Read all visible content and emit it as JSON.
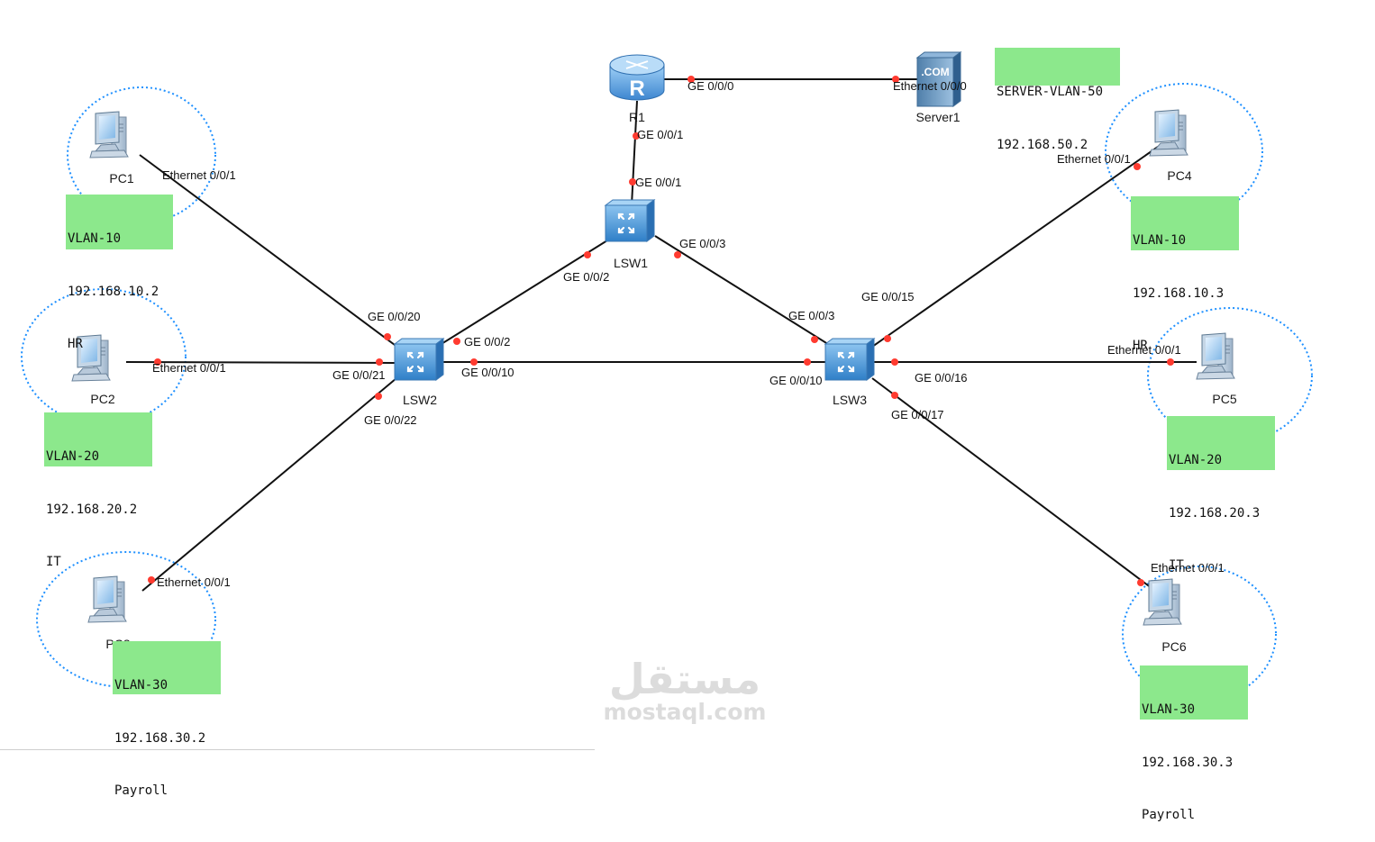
{
  "devices": {
    "r1": "R1",
    "server1": "Server1",
    "lsw1": "LSW1",
    "lsw2": "LSW2",
    "lsw3": "LSW3",
    "pc1": "PC1",
    "pc2": "PC2",
    "pc3": "PC3",
    "pc4": "PC4",
    "pc5": "PC5",
    "pc6": "PC6",
    "server_badge": ".COM",
    "router_glyph": "R"
  },
  "ports": {
    "r1_server": "GE 0/0/0",
    "server_r1": "Ethernet 0/0/0",
    "r1_lsw1": "GE 0/0/1",
    "lsw1_r1": "GE 0/0/1",
    "lsw1_lsw2": "GE 0/0/2",
    "lsw1_lsw3": "GE 0/0/3",
    "lsw2_lsw1": "GE 0/0/2",
    "lsw2_pc1": "GE 0/0/20",
    "lsw2_pc2": "GE 0/0/21",
    "lsw2_pc3": "GE 0/0/22",
    "lsw2_lsw3": "GE 0/0/10",
    "lsw3_lsw1": "GE 0/0/3",
    "lsw3_lsw2": "GE 0/0/10",
    "lsw3_pc4": "GE 0/0/15",
    "lsw3_pc5": "GE 0/0/16",
    "lsw3_pc6": "GE 0/0/17",
    "pc1_eth": "Ethernet 0/0/1",
    "pc2_eth": "Ethernet 0/0/1",
    "pc3_eth": "Ethernet 0/0/1",
    "pc4_eth": "Ethernet 0/0/1",
    "pc5_eth": "Ethernet 0/0/1",
    "pc6_eth": "Ethernet 0/0/1"
  },
  "notes": {
    "server": {
      "line1": "SERVER-VLAN-50",
      "line2": "192.168.50.2"
    },
    "pc1": {
      "vlan": "VLAN-10",
      "ip": "192.168.10.2",
      "dept": "HR"
    },
    "pc2": {
      "vlan": "VLAN-20",
      "ip": "192.168.20.2",
      "dept": "IT"
    },
    "pc3": {
      "vlan": "VLAN-30",
      "ip": "192.168.30.2",
      "dept": "Payroll"
    },
    "pc4": {
      "vlan": "VLAN-10",
      "ip": "192.168.10.3",
      "dept": "HR"
    },
    "pc5": {
      "vlan": "VLAN-20",
      "ip": "192.168.20.3",
      "dept": "IT"
    },
    "pc6": {
      "vlan": "VLAN-30",
      "ip": "192.168.30.3",
      "dept": "Payroll"
    }
  },
  "watermark": {
    "arabic": "مستقل",
    "latin": "mostaql.com"
  },
  "colors": {
    "link": "#111111",
    "port_dot": "#ff3b30",
    "note_bg": "#8ce88c",
    "vlan_circle": "#1e90ff",
    "device_blue": "#3d8fd6"
  }
}
